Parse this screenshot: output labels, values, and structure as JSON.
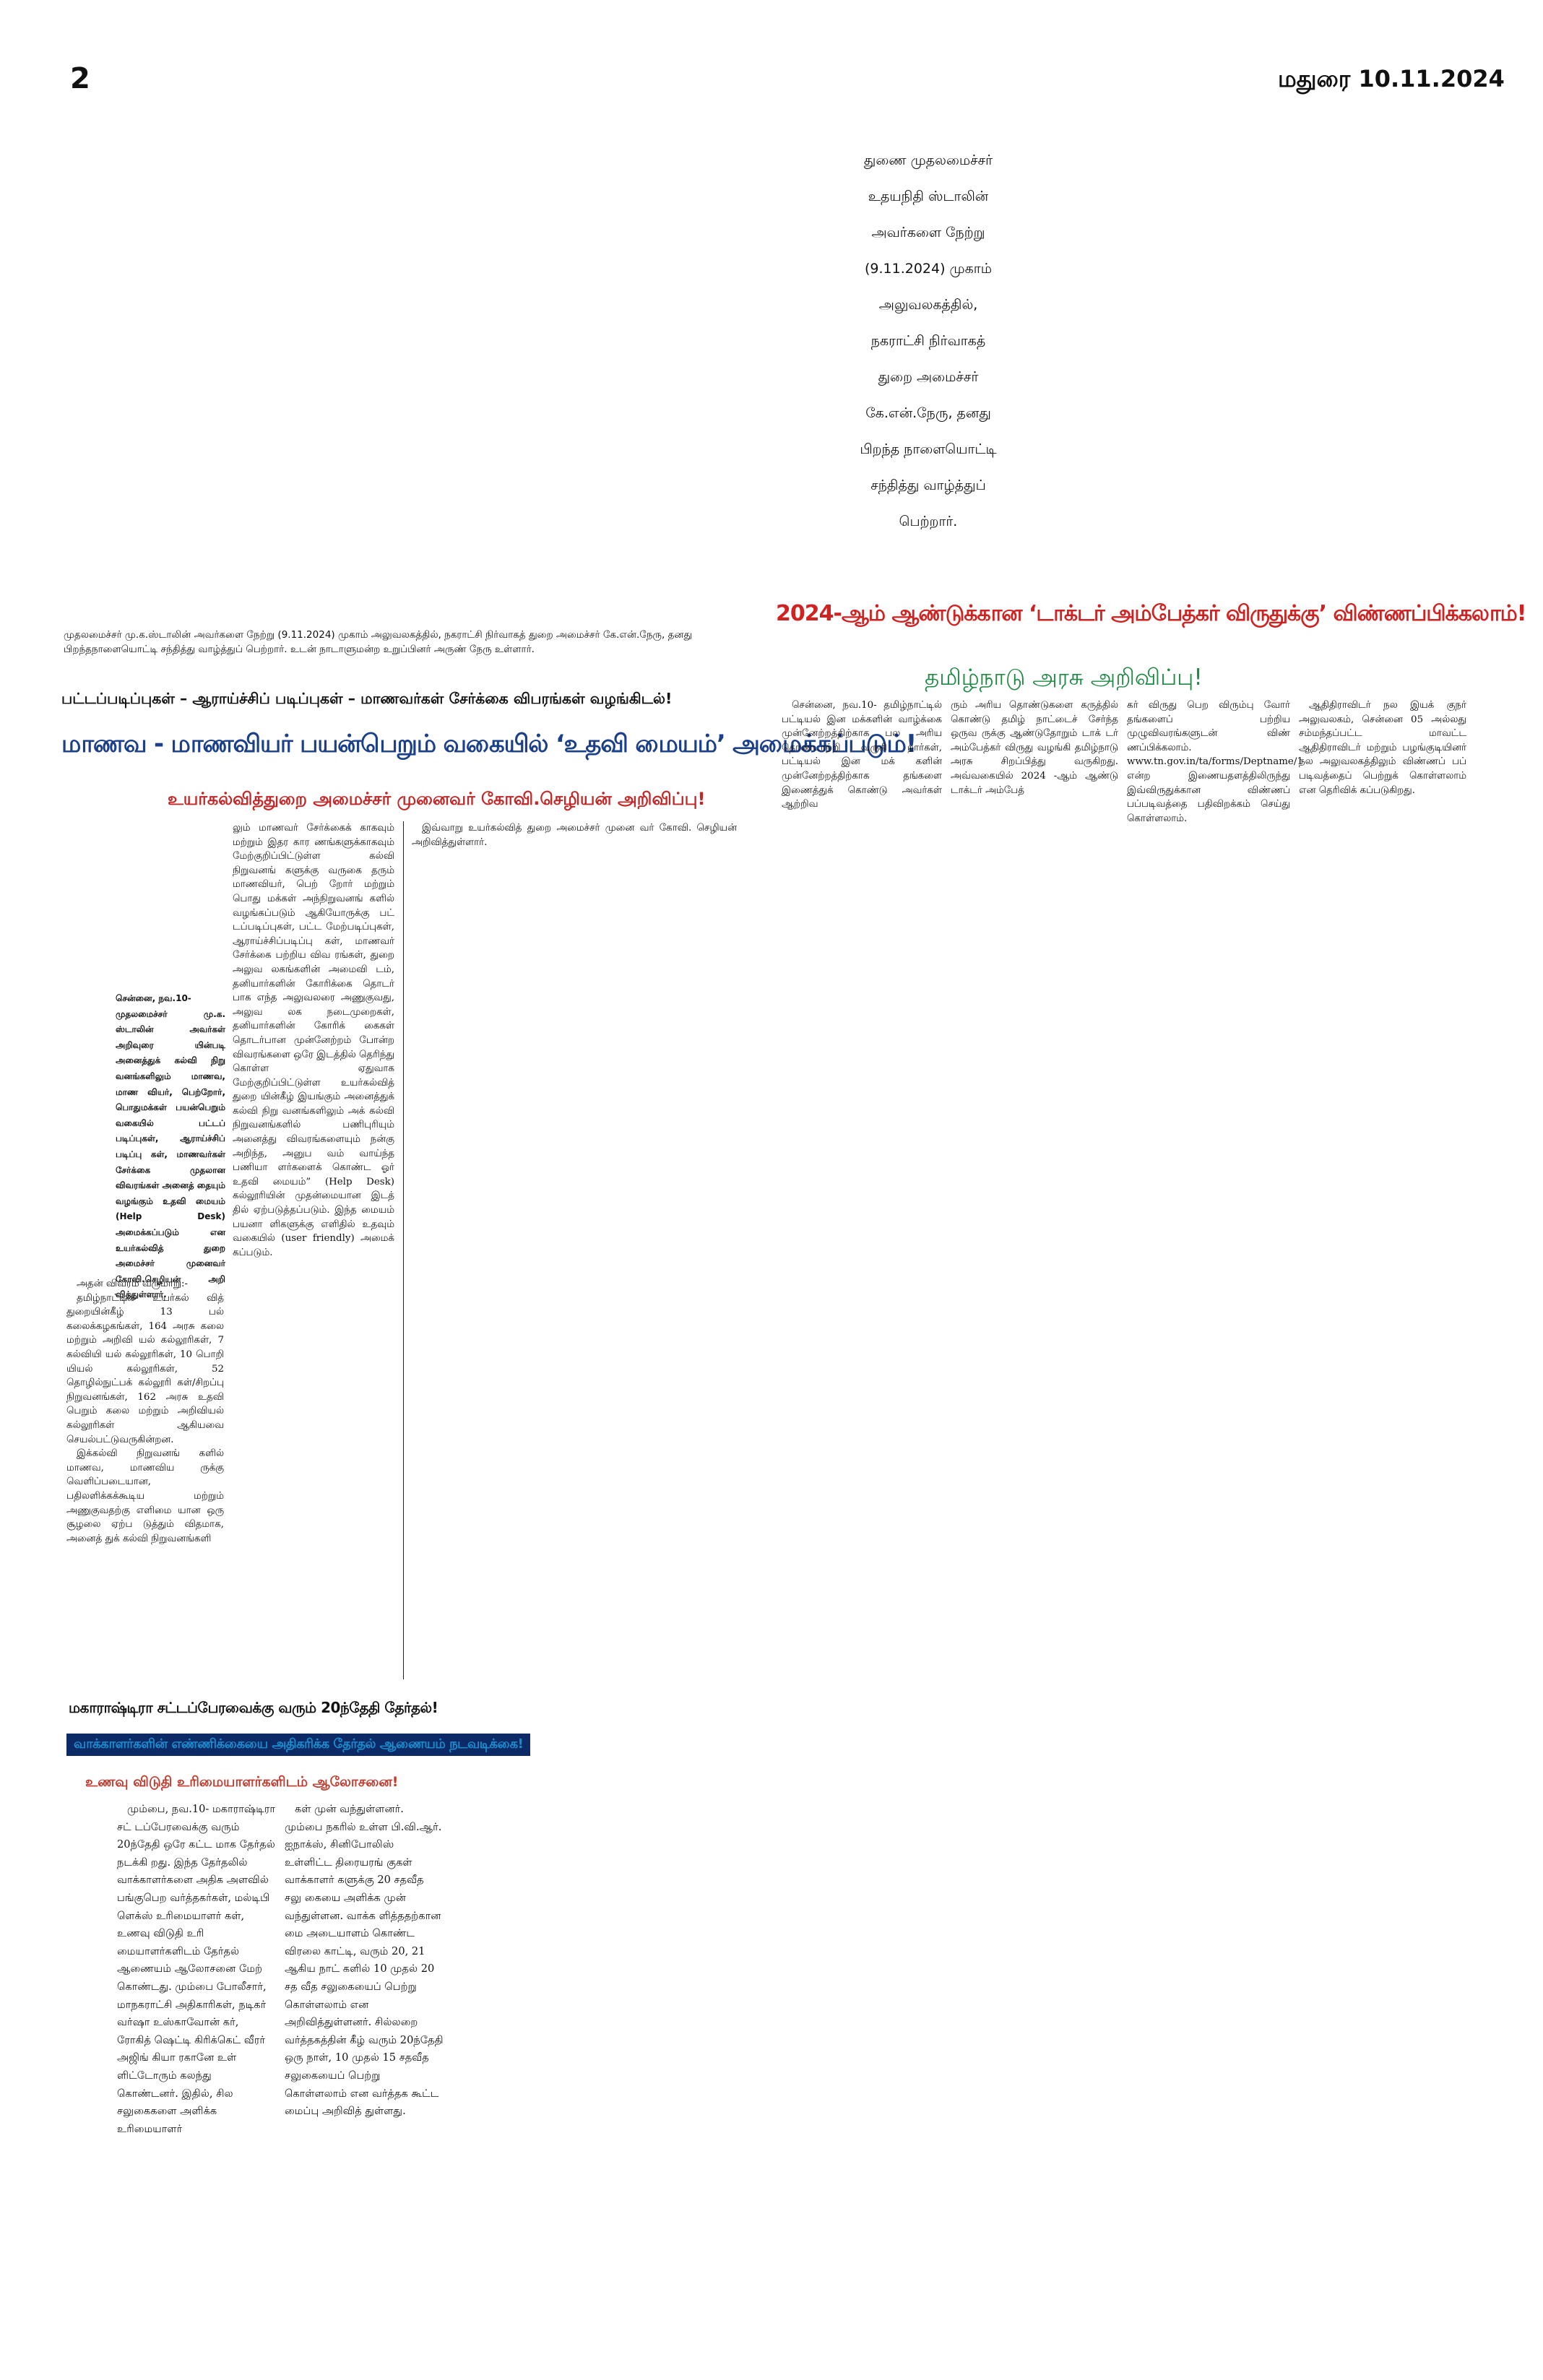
{
  "masthead": {
    "page_number": "2",
    "dateline": "மதுரை 10.11.2024"
  },
  "photo_caption_top": {
    "lines": [
      "துணை முதலமைச்சர்",
      "உதயநிதி ஸ்டாலின்",
      "அவர்களை நேற்று",
      "(9.11.2024) முகாம்",
      "அலுவலகத்தில்,",
      "நகராட்சி நிர்வாகத்",
      "துறை அமைச்சர்",
      "கே.என்.நேரு, தனது",
      "பிறந்த நாளையொட்டி",
      "சந்தித்து வாழ்த்துப்",
      "பெற்றார்."
    ]
  },
  "photo_caption_left": "முதலமைச்சர் மு.க.ஸ்டாலின் அவர்களை நேற்று (9.11.2024) முகாம் அலுவலகத்தில், நகராட்சி நிர்வாகத் துறை அமைச்சர் கே.என்.நேரு, தனது பிறந்தநாளையொட்டி சந்தித்து வாழ்த்துப் பெற்றார். உடன் நாடாளுமன்ற உறுப்பினர் அருண் நேரு உள்ளார்.",
  "story1": {
    "kicker": "பட்டப்படிப்புகள் – ஆராய்ச்சிப் படிப்புகள் – மாணவர்கள் சேர்க்கை விபரங்கள் வழங்கிடல்!",
    "headline": "மாணவ - மாணவியர் பயன்பெறும் வகையில் ‘உதவி மையம்’ அமைக்கப்படும்!",
    "subheadline": "உயர்கல்வித்துறை அமைச்சர் முனைவர் கோவி.செழியன் அறிவிப்பு!",
    "lead_dateline": "சென்னை, நவ.10-",
    "lead": "முதலமைச்சர் மு.க. ஸ்டாலின் அவர்கள் அறிவுரை யின்படி அனைத்துக் கல்வி நிறு வனங்களிலும் மாணவ, மாண வியர், பெற்றோர், பொதுமக்கள் பயன்பெறும் வகையில் பட்டப் படிப்புகள், ஆராய்ச்சிப் படிப்பு கள், மாணவர்கள் சேர்க்கை முதலான விவரங்கள் அனைத் தையும் வழங்கும் உதவி மையம் (Help Desk) அமைக்கப்படும் என உயர்கல்வித் துறை அமைச்சர் முனைவர் கோவி.செழியன் அறி வித்துள்ளார்.",
    "col1": [
      "அதன் விவரம் வருமாறு:-",
      "தமிழ்நாட்டில் உயர்கல் வித் துறையின்கீழ் 13 பல் கலைக்கழகங்கள், 164 அரசு கலை மற்றும் அறிவி யல் கல்லூரிகள், 7 கல்வியி யல் கல்லூரிகள், 10 பொறி யியல் கல்லூரிகள், 52 தொழில்நுட்பக் கல்லூரி கள்/சிறப்பு நிறுவனங்கள், 162 அரசு உதவி பெறும் கலை மற்றும் அறிவியல் கல்லூரிகள் ஆகியவை செயல்பட்டுவருகின்றன.",
      "இக்கல்வி நிறுவனங் களில் மாணவ, மாணவிய ருக்கு வெளிப்படையான, பதிலளிக்கக்கூடிய மற்றும் அணுகுவதற்கு எளிமை யான ஒரு சூழலை ஏற்ப டுத்தும் விதமாக, அனைத் துக் கல்வி நிறுவனங்களி"
    ],
    "col2": [
      "லும் மாணவர் சேர்க்கைக் காகவும் மற்றும் இதர கார ணங்களுக்காகவும் மேற்குறிப்பிட்டுள்ள கல்வி நிறுவனங் களுக்கு வருகை தரும் மாணவியர், பெற் றோர் மற்றும் பொது மக்கள் அந்நிறுவனங் களில் வழங்கப்படும் ஆகியோருக்கு பட் டப்படிப்புகள், பட்ட மேற்படிப்புகள், ஆராய்ச்சிப்படிப்பு கள், மாணவர் சேர்க்கை பற்றிய விவ ரங்கள், துறை அலுவ லகங்களின் அமைவி டம், தனியார்களின் கோரிக்கை தொடர் பாக எந்த அலுவலரை அணுகுவது, அலுவ லக நடைமுறைகள், தனியார்களின் கோரிக் கைகள் தொடர்பான முன்னேற்றம் போன்ற விவரங்களை ஒரே இடத்தில் தெரிந்து கொள்ள ஏதுவாக மேற்குறிப்பிட்டுள்ள உயர்கல்வித் துறை யின்கீழ் இயங்கும் அனைத்துக் கல்வி நிறு வனங்களிலும் அக் கல்வி நிறுவனங்களில் பணிபுரியும் அனைத்து விவரங்களையும் நன்கு அறிந்த, அனுப வம் வாய்ந்த பணியா ளர்களைக் கொண்ட ஓர் உதவி மையம்” (Help Desk) கல்லூரியின் முதன்மையான இடத் தில் ஏற்படுத்தப்படும். இந்த மையம் பயனா ளிகளுக்கு எளிதில் உதவும் வகையில் (user friendly) அமைக் கப்படும்."
    ],
    "col3": "இவ்வாறு உயர்கல்வித் துறை அமைச்சர் முனை வர் கோவி. செழியன் அறிவித்துள்ளார்."
  },
  "story2": {
    "headline": "2024-ஆம் ஆண்டுக்கான ‘டாக்டர் அம்பேத்கர் விருதுக்கு’ விண்ணப்பிக்கலாம்!",
    "subheadline": "தமிழ்நாடு அரசு அறிவிப்பு!",
    "cols": [
      "சென்னை, நவ.10- தமிழ்நாட்டில் பட்டியல் இன மக்களின் வாழ்க்கை முன்னேற்றத்திற்காக பல அரிய தொண்டாற்றி வருகி றார்கள், பட்டியல் இன மக் களின் முன்னேற்றத்திற்காக தங்களை இணைத்துக் கொண்டு அவர்கள் ஆற்றிவ",
      "ரும் அரிய தொண்டுகளை கருத்தில் கொண்டு தமிழ் நாட்டைச் சேர்ந்த ஒருவ ருக்கு ஆண்டுதோறும் டாக் டர் அம்பேத்கர் விருது வழங்கி தமிழ்நாடு அரசு சிறப்பித்து வருகிறது. அவ்வகையில் 2024 -ஆம் ஆண்டு டாக்டர் அம்பேத்",
      "கர் விருது பெற விரும்பு வோர் தங்களைப் பற்றிய முழுவிவரங்களுடன் விண் ணப்பிக்கலாம். www.tn.gov.in/ta/forms/Deptname/1 என்ற இணையதளத்திலிருந்து இவ்விருதுக்கான விண்ணப் பப்படிவத்தை பதிவிறக்கம் செய்து கொள்ளலாம்.",
      "ஆதிதிராவிடர் நல இயக் குநர் அலுவலகம், சென்னை 05 அல்லது சம்மந்தப்பட்ட மாவட்ட ஆதிதிராவிடர் மற்றும் பழங்குடியினர் நல அலுவலகத்திலும் விண்ணப் பப் படிவத்தைப் பெற்றுக் கொள்ளலாம் என தெரிவிக் கப்படுகிறது."
    ]
  },
  "story3": {
    "headline": "மகாராஷ்டிரா சட்டப்பேரவைக்கு வரும் 20ந்தேதி தேர்தல்!",
    "subheadline": "வாக்காளர்களின் எண்ணிக்கையை அதிகரிக்க தேர்தல் ஆணையம் நடவடிக்கை!",
    "tagline": "உணவு விடுதி உரிமையாளர்களிடம் ஆலோசனை!",
    "col1": "மும்பை, நவ.10- மகாராஷ்டிரா சட் டப்பேரவைக்கு வரும் 20ந்தேதி ஒரே கட்ட மாக தேர்தல் நடக்கி றது. இந்த தேர்தலில் வாக்காளர்களை அதிக அளவில் பங்குபெற வர்த்தகர்கள், மல்டிபி ளெக்ஸ் உரிமையாளர் கள், உணவு விடுதி உரி மையாளர்களிடம் தேர்தல் ஆணையம் ஆலோசனை மேற் கொண்டது. மும்பை போலீசார், மாநகராட்சி அதிகாரிகள், நடிகர் வர்ஷா உஸ்காவோன் கர், ரோகித் ஷெட்டி கிரிக்கெட் வீரர் அஜிங் கியா ரகானே உள் ளிட்டோரும் கலந்து கொண்டனர். இதில், சில சலுகைகளை அளிக்க உரிமையாளர்",
    "col2": "கள் முன் வந்துள்ளனர். மும்பை நகரில் உள்ள பி.வி.ஆர். ஐநாக்ஸ், சினிபோலிஸ் உள்ளிட்ட திரையரங் குகள் வாக்காளர் களுக்கு 20 சதவீத சலு கையை அளிக்க முன் வந்துள்ளன. வாக்க ளித்ததற்கான மை அடையாளம் கொண்ட விரலை காட்டி, வரும் 20, 21 ஆகிய நாட் களில் 10 முதல் 20 சத வீத சலுகையைப் பெற்று கொள்ளலாம் என அறிவித்துள்ளனர். சில்லறை வர்த்தகத்தின் கீழ் வரும் 20ந்தேதி ஒரு நாள், 10 முதல் 15 சதவீத சலுகையைப் பெற்று கொள்ளலாம் என வர்த்தக கூட்ட மைப்பு அறிவித் துள்ளது."
  },
  "colors": {
    "head_blue": "#1c3f8a",
    "head_red": "#d12222",
    "sub_green": "#1e8a44",
    "sub_red": "#c42626"
  }
}
